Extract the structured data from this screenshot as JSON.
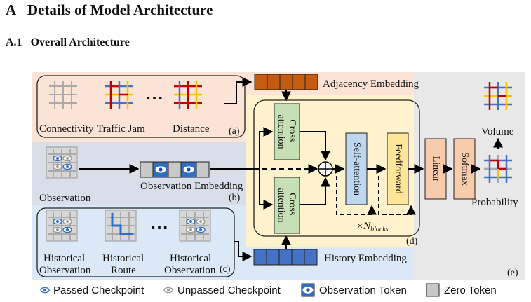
{
  "section": {
    "number": "A",
    "title": "Details of Model Architecture"
  },
  "subsection": {
    "number": "A.1",
    "title": "Overall Architecture"
  },
  "figure": {
    "panel_a": {
      "labels": [
        "Connectivity",
        "Traffic Jam",
        "Distance"
      ],
      "tag": "(a)",
      "ellipsis": "⋯"
    },
    "panel_b": {
      "input_label": "Observation",
      "embedding_label": "Observation Embedding",
      "tag": "(b)"
    },
    "panel_c": {
      "labels_top": [
        "Historical",
        "Historical",
        "Historical"
      ],
      "labels_bottom": [
        "Observation",
        "Route",
        "Observation"
      ],
      "tag": "(c)",
      "ellipsis": "⋯"
    },
    "panel_d": {
      "cross_attention": [
        "Cross",
        "attention"
      ],
      "self_attention": "Self-attention",
      "feedforward": "Feedforward",
      "repeat_main": "×N",
      "repeat_sub": "blocks",
      "tag": "(d)"
    },
    "panel_e": {
      "linear": "Linear",
      "softmax": "Softmax",
      "volume": "Volume",
      "probability": "Probability",
      "tag": "(e)"
    },
    "adjacency_embedding": "Adjacency Embedding",
    "history_embedding": "History Embedding",
    "colors": {
      "panel_a_bg": "#fbe3d6",
      "panel_b_bg": "#d9dee9",
      "panel_c_bg": "#dbe8f5",
      "panel_d_bg": "#fff2cc",
      "panel_e_bg": "#e8e8e8",
      "adjacency_token": "#c55a11",
      "history_token": "#4472c4",
      "cross_attention": "#c5e0b4",
      "self_attention": "#bdd7ee",
      "feedforward": "#ffe699",
      "linear_softmax": "#f8cbad",
      "road_red": "#c00000",
      "road_yellow": "#ffc000",
      "road_blue": "#4472c4"
    }
  },
  "legend": [
    {
      "icon": "eye-blue-icon",
      "label": "Passed Checkpoint"
    },
    {
      "icon": "eye-gray-icon",
      "label": "Unpassed Checkpoint"
    },
    {
      "icon": "observation-token-icon",
      "label": "Observation Token"
    },
    {
      "icon": "zero-token-icon",
      "label": "Zero Token"
    }
  ]
}
